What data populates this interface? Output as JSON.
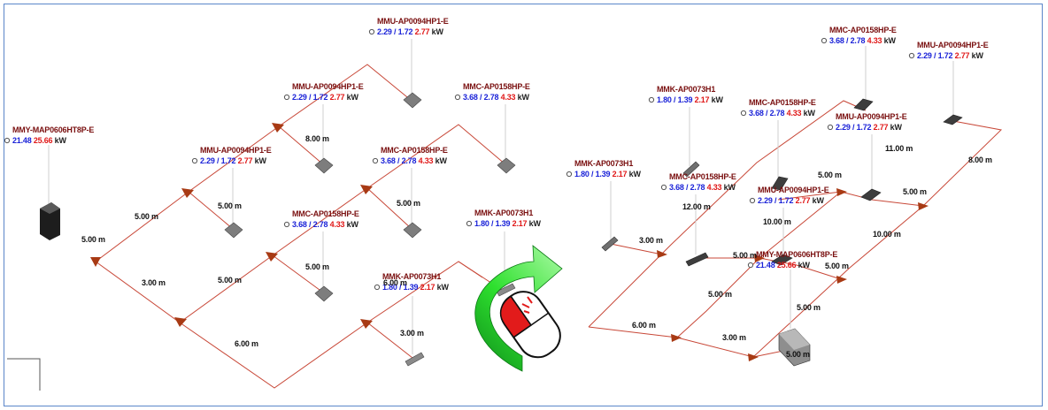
{
  "colors": {
    "pipe": "#c84838",
    "arrow": "#a83a14",
    "capacity": "#1a22d8",
    "power": "#e01818",
    "curved_arrow": "#2ee02e",
    "mouse_button": "#e21b1b",
    "frame_border": "#5b86c9"
  },
  "icons": {
    "mouse": "mouse-icon",
    "rotate_arrow": "curved-arrow-icon"
  },
  "left_view": {
    "units": [
      {
        "name": "MMU-AP0094HP1-E",
        "cap": "2.29 / 1.72",
        "pw": "2.77",
        "unit": "kW"
      },
      {
        "name": "MMU-AP0094HP1-E",
        "cap": "2.29 / 1.72",
        "pw": "2.77",
        "unit": "kW"
      },
      {
        "name": "MMC-AP0158HP-E",
        "cap": "3.68 / 2.78",
        "pw": "4.33",
        "unit": "kW"
      },
      {
        "name": "MMY-MAP0606HT8P-E",
        "cap": "21.48",
        "pw": "25.66",
        "unit": "kW"
      },
      {
        "name": "MMU-AP0094HP1-E",
        "cap": "2.29 / 1.72",
        "pw": "2.77",
        "unit": "kW"
      },
      {
        "name": "MMC-AP0158HP-E",
        "cap": "3.68 / 2.78",
        "pw": "4.33",
        "unit": "kW"
      },
      {
        "name": "MMK-AP0073H1",
        "cap": "1.80 / 1.39",
        "pw": "2.17",
        "unit": "kW"
      },
      {
        "name": "MMC-AP0158HP-E",
        "cap": "3.68 / 2.78",
        "pw": "4.33",
        "unit": "kW"
      },
      {
        "name": "MMK-AP0073H1",
        "cap": "1.80 / 1.39",
        "pw": "2.17",
        "unit": "kW"
      }
    ],
    "distances": [
      "8.00 m",
      "5.00 m",
      "5.00 m",
      "5.00 m",
      "5.00 m",
      "3.00 m",
      "5.00 m",
      "5.00 m",
      "6.00 m",
      "3.00 m",
      "6.00 m"
    ]
  },
  "right_view": {
    "units": [
      {
        "name": "MMC-AP0158HP-E",
        "cap": "3.68 / 2.78",
        "pw": "4.33",
        "unit": "kW"
      },
      {
        "name": "MMU-AP0094HP1-E",
        "cap": "2.29 / 1.72",
        "pw": "2.77",
        "unit": "kW"
      },
      {
        "name": "MMK-AP0073H1",
        "cap": "1.80 / 1.39",
        "pw": "2.17",
        "unit": "kW"
      },
      {
        "name": "MMC-AP0158HP-E",
        "cap": "3.68 / 2.78",
        "pw": "4.33",
        "unit": "kW"
      },
      {
        "name": "MMU-AP0094HP1-E",
        "cap": "2.29 / 1.72",
        "pw": "2.77",
        "unit": "kW"
      },
      {
        "name": "MMK-AP0073H1",
        "cap": "1.80 / 1.39",
        "pw": "2.17",
        "unit": "kW"
      },
      {
        "name": "MMC-AP0158HP-E",
        "cap": "3.68 / 2.78",
        "pw": "4.33",
        "unit": "kW"
      },
      {
        "name": "MMU-AP0094HP1-E",
        "cap": "2.29 / 1.72",
        "pw": "2.77",
        "unit": "kW"
      },
      {
        "name": "MMY-MAP0606HT8P-E",
        "cap": "21.48",
        "pw": "25.66",
        "unit": "kW"
      }
    ],
    "distances": [
      "11.00 m",
      "8.00 m",
      "5.00 m",
      "5.00 m",
      "12.00 m",
      "10.00 m",
      "10.00 m",
      "3.00 m",
      "5.00 m",
      "5.00 m",
      "5.00 m",
      "5.00 m",
      "6.00 m",
      "3.00 m",
      "5.00 m"
    ]
  }
}
